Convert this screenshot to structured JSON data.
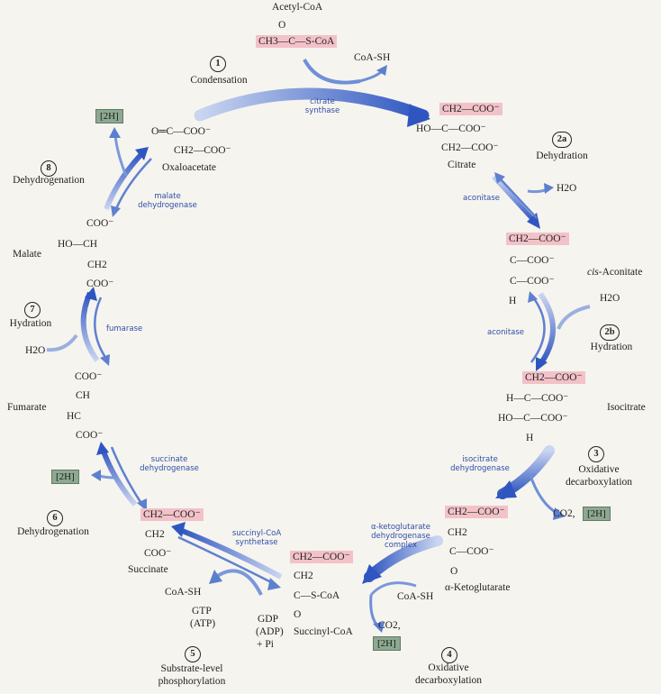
{
  "acetyl_coa": {
    "name": "Acetyl-CoA",
    "formula": "CH3—C—S-CoA",
    "oxygen": "O"
  },
  "coash": "CoA-SH",
  "oxaloacetate": {
    "name": "Oxaloacetate",
    "line1": "O═C—COO⁻",
    "line2": "CH2—COO⁻"
  },
  "citrate": {
    "name": "Citrate",
    "line1": "CH2—COO⁻",
    "line2": "HO—C—COO⁻",
    "line3": "CH2—COO⁻"
  },
  "cis_aconitate": {
    "prefix": "cis",
    "name": "-Aconitate",
    "line1": "CH2—COO⁻",
    "line2": "C—COO⁻",
    "line3": "C—COO⁻",
    "line4": "H"
  },
  "isocitrate": {
    "name": "Isocitrate",
    "line1": "CH2—COO⁻",
    "line2": "H—C—COO⁻",
    "line3": "HO—C—COO⁻",
    "line4": "H"
  },
  "akg": {
    "name": "α-Ketoglutarate",
    "line1": "CH2—COO⁻",
    "line2": "CH2",
    "line3": "C—COO⁻",
    "line4": "O"
  },
  "succinyl_coa": {
    "name": "Succinyl-CoA",
    "line1": "CH2—COO⁻",
    "line2": "CH2",
    "line3": "C—S-CoA",
    "line4": "O"
  },
  "succinate": {
    "name": "Succinate",
    "line1": "CH2—COO⁻",
    "line2": "CH2",
    "line3": "COO⁻"
  },
  "fumarate": {
    "name": "Fumarate",
    "line1": "COO⁻",
    "line2": "CH",
    "line3": "HC",
    "line4": "COO⁻"
  },
  "malate": {
    "name": "Malate",
    "line1": "COO⁻",
    "line2": "HO—CH",
    "line3": "CH2",
    "line4": "COO⁻"
  },
  "steps": [
    {
      "num": "1",
      "label": "Condensation"
    },
    {
      "num": "2a",
      "label": "Dehydration"
    },
    {
      "num": "2b",
      "label": "Hydration"
    },
    {
      "num": "3",
      "label": "Oxidative decarboxylation"
    },
    {
      "num": "4",
      "label": "Oxidative decarboxylation"
    },
    {
      "num": "5",
      "label": "Substrate-level phosphorylation"
    },
    {
      "num": "6",
      "label": "Dehydrogenation"
    },
    {
      "num": "7",
      "label": "Hydration"
    },
    {
      "num": "8",
      "label": "Dehydrogenation"
    }
  ],
  "enzymes": {
    "citrate_synthase": "citrate synthase",
    "aconitase": "aconitase",
    "idh": "isocitrate dehydrogenase",
    "akgdh": "α-ketoglutarate dehydrogenase complex",
    "scs": "succinyl-CoA synthetase",
    "sdh": "succinate dehydrogenase",
    "fumarase": "fumarase",
    "mdh": "malate dehydrogenase"
  },
  "small": {
    "h2o": "H2O",
    "two_h": "[2H]",
    "co2": "CO2,",
    "gtp": "GTP",
    "atp": "(ATP)",
    "gdp": "GDP",
    "adp": "(ADP)",
    "pi": "+ Pi"
  },
  "colors": {
    "arrow": "#3a5fc4",
    "arrow_light": "#b9c8ec",
    "pink": "#f2c2c8",
    "box": "#8fa893"
  }
}
